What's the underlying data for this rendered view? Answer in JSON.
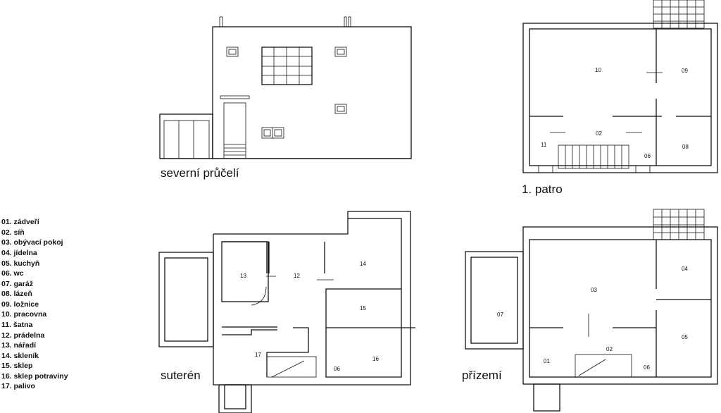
{
  "elevation": {
    "caption": "severní průčelí"
  },
  "floor1": {
    "caption": "1. patro",
    "rooms": [
      "10",
      "09",
      "02",
      "11",
      "06",
      "08"
    ]
  },
  "basement": {
    "caption": "suterén",
    "rooms": [
      "13",
      "12",
      "14",
      "15",
      "17",
      "06",
      "16"
    ]
  },
  "ground": {
    "caption": "přízemí",
    "rooms": [
      "04",
      "03",
      "07",
      "05",
      "02",
      "01",
      "06"
    ]
  },
  "legend": [
    "01. zádveří",
    "02. síň",
    "03. obývací pokoj",
    "04. jídelna",
    "05. kuchyň",
    "06. wc",
    "07. garáž",
    "08. lázeň",
    "09. ložnice",
    "10. pracovna",
    "11. šatna",
    "12. prádelna",
    "13. nářadí",
    "14. skleník",
    "15. sklep",
    "16. sklep potraviny",
    "17. palivo"
  ]
}
